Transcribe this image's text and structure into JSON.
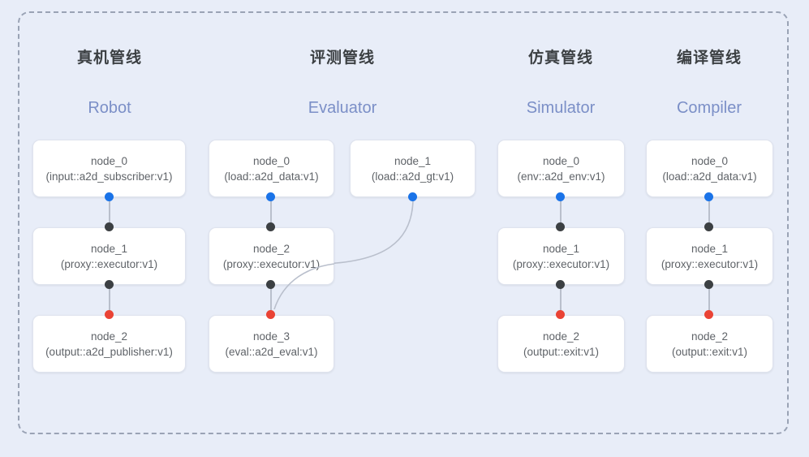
{
  "diagram": {
    "type": "pipeline-graph",
    "background_color": "#e8edf8",
    "frame_border_color": "#9aa3b5",
    "port_colors": {
      "output": "#1a73e8",
      "input": "#3c4043",
      "terminal": "#ea4335"
    },
    "edge_color": "#b9bfcc",
    "accent_subtitle_color": "#7b8fc7"
  },
  "columns": [
    {
      "id": "robot",
      "title_cn": "真机管线",
      "title_en": "Robot",
      "nodes": [
        {
          "name": "node_0",
          "type": "(input::a2d_subscriber:v1)"
        },
        {
          "name": "node_1",
          "type": "(proxy::executor:v1)"
        },
        {
          "name": "node_2",
          "type": "(output::a2d_publisher:v1)"
        }
      ]
    },
    {
      "id": "evaluator",
      "title_cn": "评测管线",
      "title_en": "Evaluator",
      "nodes": [
        {
          "name": "node_0",
          "type": "(load::a2d_data:v1)"
        },
        {
          "name": "node_1",
          "type": "(load::a2d_gt:v1)"
        },
        {
          "name": "node_2",
          "type": "(proxy::executor:v1)"
        },
        {
          "name": "node_3",
          "type": "(eval::a2d_eval:v1)"
        }
      ]
    },
    {
      "id": "simulator",
      "title_cn": "仿真管线",
      "title_en": "Simulator",
      "nodes": [
        {
          "name": "node_0",
          "type": "(env::a2d_env:v1)"
        },
        {
          "name": "node_1",
          "type": "(proxy::executor:v1)"
        },
        {
          "name": "node_2",
          "type": "(output::exit:v1)"
        }
      ]
    },
    {
      "id": "compiler",
      "title_cn": "编译管线",
      "title_en": "Compiler",
      "nodes": [
        {
          "name": "node_0",
          "type": "(load::a2d_data:v1)"
        },
        {
          "name": "node_1",
          "type": "(proxy::executor:v1)"
        },
        {
          "name": "node_2",
          "type": "(output::exit:v1)"
        }
      ]
    }
  ]
}
